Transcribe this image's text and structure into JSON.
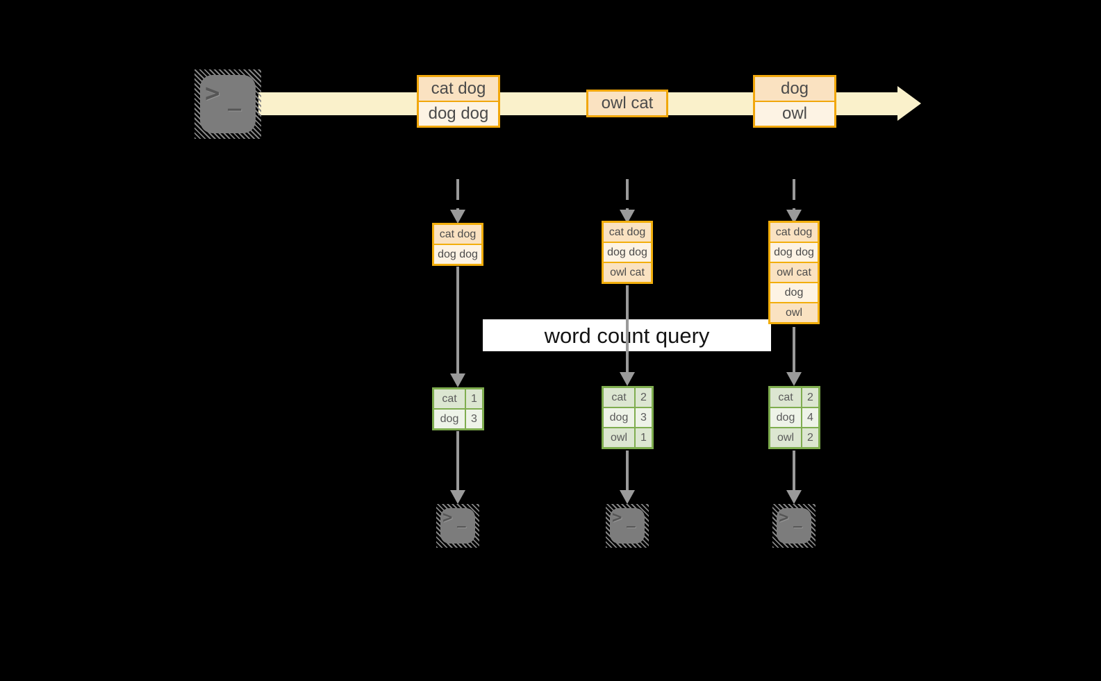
{
  "query_label": "word count query",
  "icons": {
    "terminal_prompt": ">",
    "terminal_cursor": "_"
  },
  "stream": {
    "events": [
      {
        "rows": [
          "cat dog",
          "dog dog"
        ]
      },
      {
        "rows": [
          "owl cat"
        ]
      },
      {
        "rows": [
          "dog",
          "owl"
        ]
      }
    ]
  },
  "pipelines": [
    {
      "buffer": [
        "cat dog",
        "dog dog"
      ],
      "counts": [
        {
          "word": "cat",
          "count": "1"
        },
        {
          "word": "dog",
          "count": "3"
        }
      ]
    },
    {
      "buffer": [
        "cat dog",
        "dog dog",
        "owl cat"
      ],
      "counts": [
        {
          "word": "cat",
          "count": "2"
        },
        {
          "word": "dog",
          "count": "3"
        },
        {
          "word": "owl",
          "count": "1"
        }
      ]
    },
    {
      "buffer": [
        "cat dog",
        "dog dog",
        "owl cat",
        "dog",
        "owl"
      ],
      "counts": [
        {
          "word": "cat",
          "count": "2"
        },
        {
          "word": "dog",
          "count": "4"
        },
        {
          "word": "owl",
          "count": "2"
        }
      ]
    }
  ],
  "colors": {
    "background": "#000000",
    "stream_band": "#faf1cb",
    "event_border": "#f1a70c",
    "event_fill_dark": "#fae2c1",
    "event_fill_light": "#fdf3e4",
    "table_border": "#7fad4f",
    "table_fill_dark": "#dce6d1",
    "table_fill_light": "#eef3e8",
    "connector_gray": "#9a9a9a",
    "terminal_gray": "#7c7c7c",
    "label_background": "#ffffff"
  }
}
